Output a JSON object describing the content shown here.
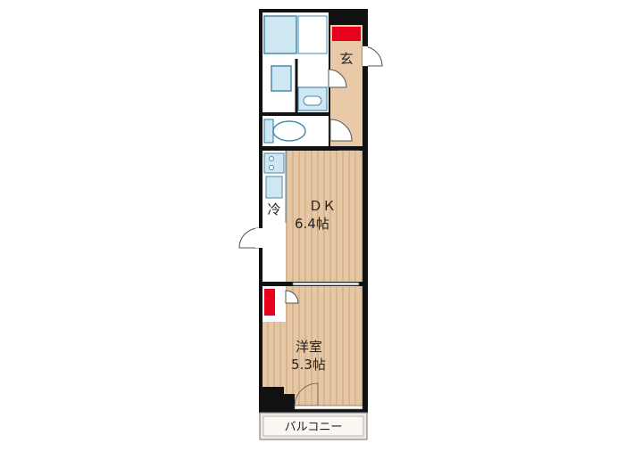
{
  "rooms": {
    "entrance": {
      "label": "玄"
    },
    "dk": {
      "name": "ＤＫ",
      "size": "6.4帖"
    },
    "bedroom": {
      "name": "洋室",
      "size": "5.3帖"
    },
    "fridge": {
      "label": "冷"
    },
    "balcony": {
      "label": "バルコニー"
    }
  },
  "colors": {
    "wall": "#111111",
    "floor_wood": "#e6c7a3",
    "floor_stripe": "#c9a27c",
    "entrance_floor": "#e9c9a8",
    "fixture_fill": "#cfe7f2",
    "fixture_stroke": "#4a8bb0",
    "red_marker": "#e8001c",
    "balcony_fill": "#f0e9df"
  },
  "icons": [
    "bathtub-icon",
    "washbasin-icon",
    "washing-machine-icon",
    "toilet-icon",
    "stove-icon",
    "sink-icon",
    "door-swing-icon"
  ]
}
